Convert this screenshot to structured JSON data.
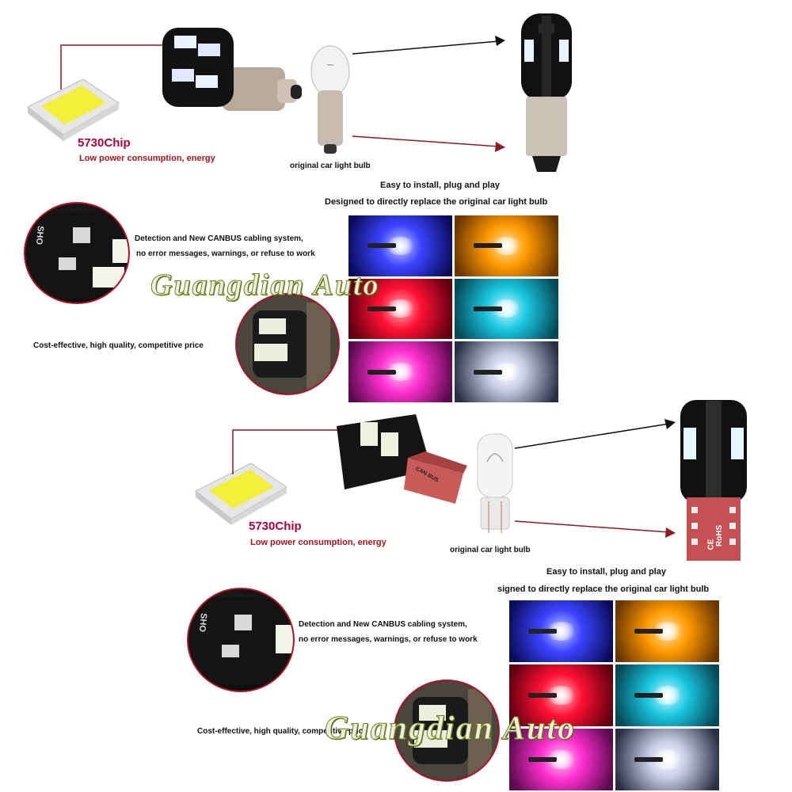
{
  "top": {
    "chip_title": "5730Chip",
    "chip_subtitle": "Low power consumption, energy",
    "original_label": "original car light bulb",
    "install_line1": "Easy to install, plug and play",
    "install_line2": "Designed to directly replace the original car light bulb",
    "canbus_line1": "Detection and New CANBUS cabling system,",
    "canbus_line2": "no error messages, warnings, or refuse to work",
    "cost_label": "Cost-effective, high quality, competitive price",
    "watermark": "Guangdian Auto",
    "pcb_label": "SHO"
  },
  "bottom": {
    "chip_title": "5730Chip",
    "chip_subtitle": "Low power consumption, energy",
    "original_label": "original car light bulb",
    "install_line1": "Easy to install, plug and play",
    "install_line2": "signed to directly replace the original car light bulb",
    "canbus_line1": "Detection and New CANBUS cabling system,",
    "canbus_line2": "no error messages, warnings, or refuse to work",
    "cost_label": "Cost-effective, high quality, competitive price",
    "watermark": "Guangdian Auto",
    "pcb_label": "SHO",
    "canbus_tag": "CAN BUS",
    "rohs_tag": "RoHS",
    "ce_mark": "CE"
  },
  "colors": {
    "blue": "#3a44ff",
    "amber": "#ff9a00",
    "red": "#ff1033",
    "ice_blue": "#19c6e0",
    "pink": "#ff2fd0",
    "white": "#c8cfe8",
    "callout_line": "#8c1b24"
  }
}
